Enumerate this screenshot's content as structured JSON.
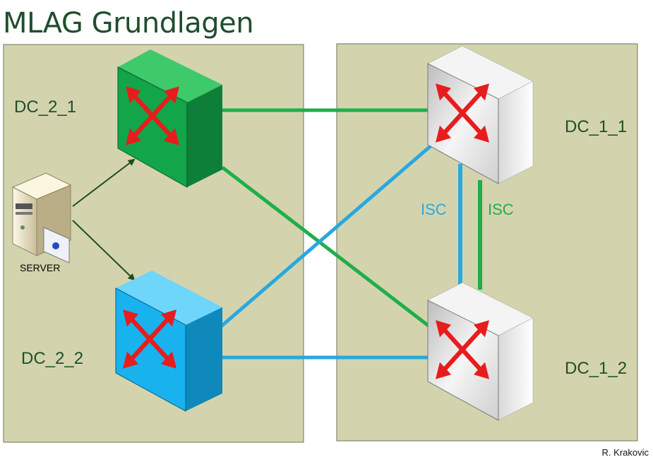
{
  "title": "MLAG Grundlagen",
  "author": "R. Krakovic",
  "nodes": {
    "dc21": "DC_2_1",
    "dc22": "DC_2_2",
    "dc11": "DC_1_1",
    "dc12": "DC_1_2",
    "server": "SERVER"
  },
  "isc_labels": {
    "blue": "ISC",
    "green": "ISC"
  },
  "colors": {
    "zone_fill": "#d3d4ad",
    "zone_border": "#707060",
    "green_link": "#1fae4b",
    "blue_link": "#29a8df",
    "switch_green": "#12a54a",
    "switch_blue": "#18b2ef",
    "switch_gray": "#e4e4e4",
    "arrow_red": "#e81c1c",
    "title": "#1f4e2e"
  },
  "icons": {
    "switch": "switch-icon",
    "server": "server-icon"
  }
}
